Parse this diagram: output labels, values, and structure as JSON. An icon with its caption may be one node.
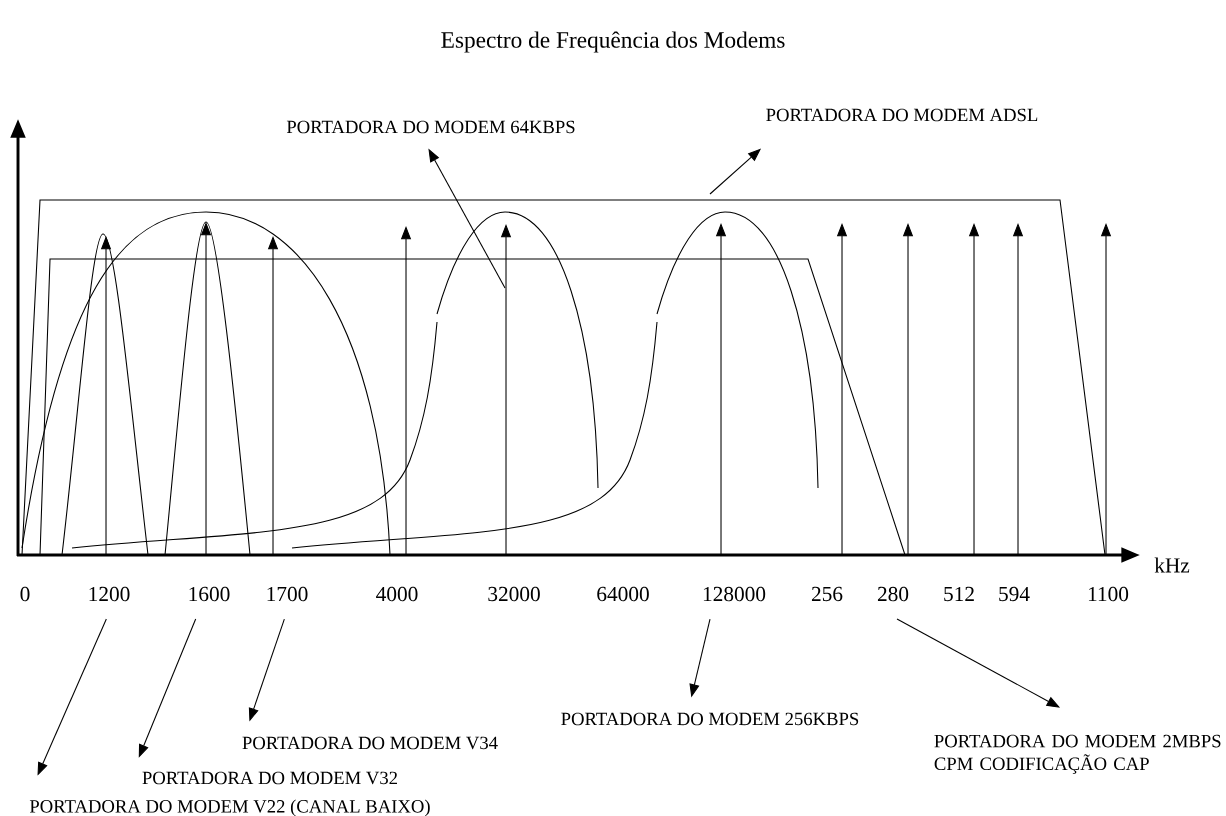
{
  "diagram": {
    "title": "Espectro de Frequência dos Modems",
    "nodes": [
      {
        "text": [
          "PORTADORA DO MODEM 64KBPS"
        ]
      },
      {
        "text": [
          "PORTADORA DO MODEM ADSL"
        ]
      },
      {
        "text": [
          "1200"
        ]
      },
      {
        "text": [
          "1600"
        ]
      },
      {
        "text": [
          "1700"
        ]
      },
      {
        "text": [
          "128000"
        ]
      },
      {
        "text": [
          "280"
        ]
      },
      {
        "text": [
          "PORTADORA DO MODEM V22 (CANAL BAIXO)"
        ]
      },
      {
        "text": [
          "PORTADORA DO MODEM V32"
        ]
      },
      {
        "text": [
          "PORTADORA DO MODEM V34"
        ]
      },
      {
        "text": [
          "PORTADORA DO MODEM 256KBPS"
        ]
      },
      {
        "text": [
          "PORTADORA DO MODEM 2MBPS CPM CODIFICAÇÃO CAP"
        ]
      }
    ],
    "edges": [
      {
        "from": null,
        "to": 0,
        "arrow": "to"
      },
      {
        "from": null,
        "to": 1,
        "arrow": "to"
      },
      {
        "from": 2,
        "to": 7,
        "arrow": "to"
      },
      {
        "from": 3,
        "to": 8,
        "arrow": "to"
      },
      {
        "from": 4,
        "to": 9,
        "arrow": "to"
      },
      {
        "from": 5,
        "to": 10,
        "arrow": "to"
      },
      {
        "from": 6,
        "to": 11,
        "arrow": "to"
      }
    ],
    "labels": [
      "0",
      "4000",
      "32000",
      "64000",
      "256",
      "512",
      "594",
      "1100",
      "kHz"
    ]
  }
}
